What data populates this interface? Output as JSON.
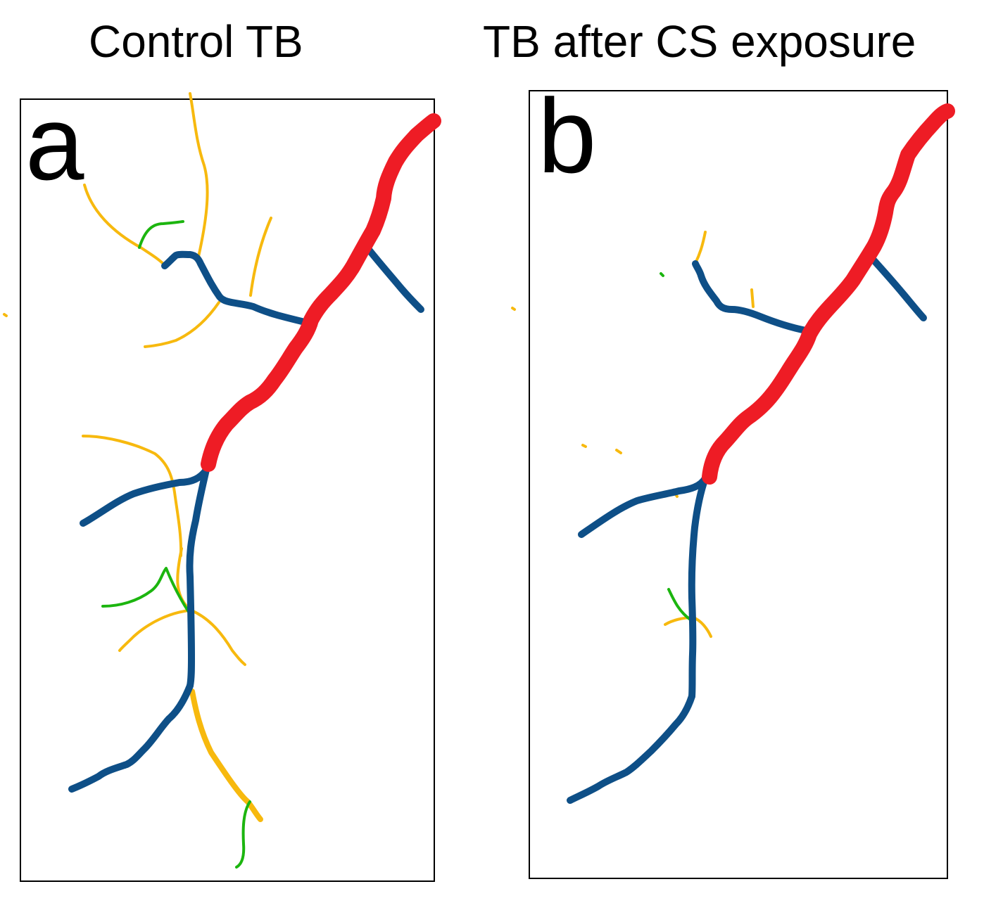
{
  "panels": [
    {
      "title": "Control TB",
      "letter": "a"
    },
    {
      "title": "TB after CS exposure",
      "letter": "b"
    }
  ],
  "colors": {
    "main_trunk": "#ee1c25",
    "branch": "#0e4f87",
    "small_branch": "#f7b90e",
    "fine_branch": "#1cb50f",
    "frame": "#000000"
  }
}
